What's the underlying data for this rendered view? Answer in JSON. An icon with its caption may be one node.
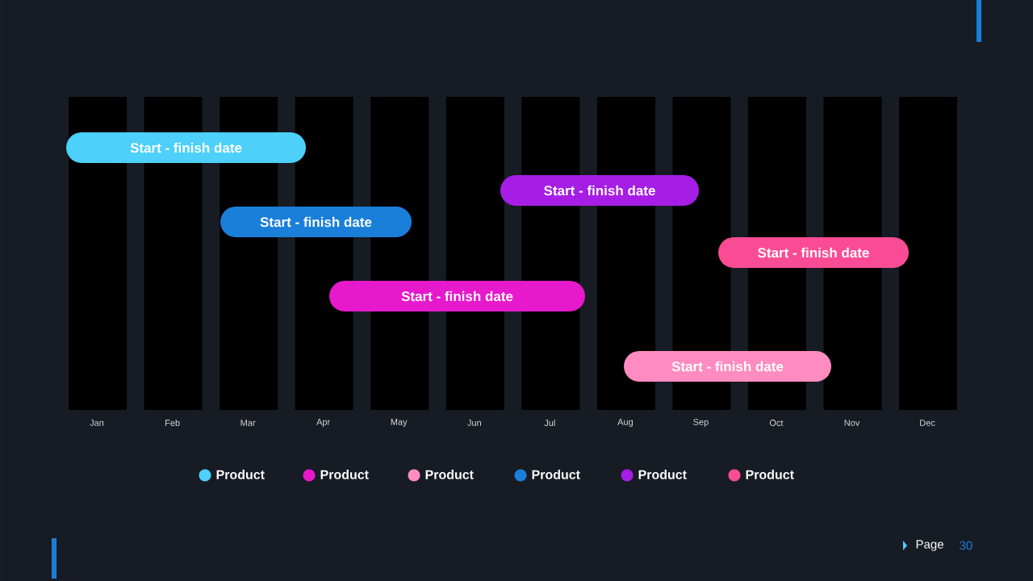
{
  "diagram": {
    "nodes": [
      {
        "text": [
          "Start - finish date"
        ]
      },
      {
        "text": [
          "Start - finish date"
        ]
      },
      {
        "text": [
          "Start - finish date"
        ]
      },
      {
        "text": [
          "Start - finish date"
        ]
      },
      {
        "text": [
          "Start - finish date"
        ]
      },
      {
        "text": [
          "Start - finish date"
        ]
      }
    ],
    "labels": [
      "Jan",
      "Feb",
      "Mar",
      "Apr",
      "May",
      "Jun",
      "Jul",
      "Aug",
      "Sep",
      "Oct",
      "Nov",
      "Dec",
      "Page",
      "30"
    ],
    "legend": [
      {
        "text": "Product",
        "color": "#4dd0fa"
      },
      {
        "text": "Product",
        "color": "#e619cc"
      },
      {
        "text": "Product",
        "color": "#ff8cc0"
      },
      {
        "text": "Product",
        "color": "#1a7fd9"
      },
      {
        "text": "Product",
        "color": "#a61ee6"
      },
      {
        "text": "Product",
        "color": "#fa4c94"
      }
    ]
  }
}
